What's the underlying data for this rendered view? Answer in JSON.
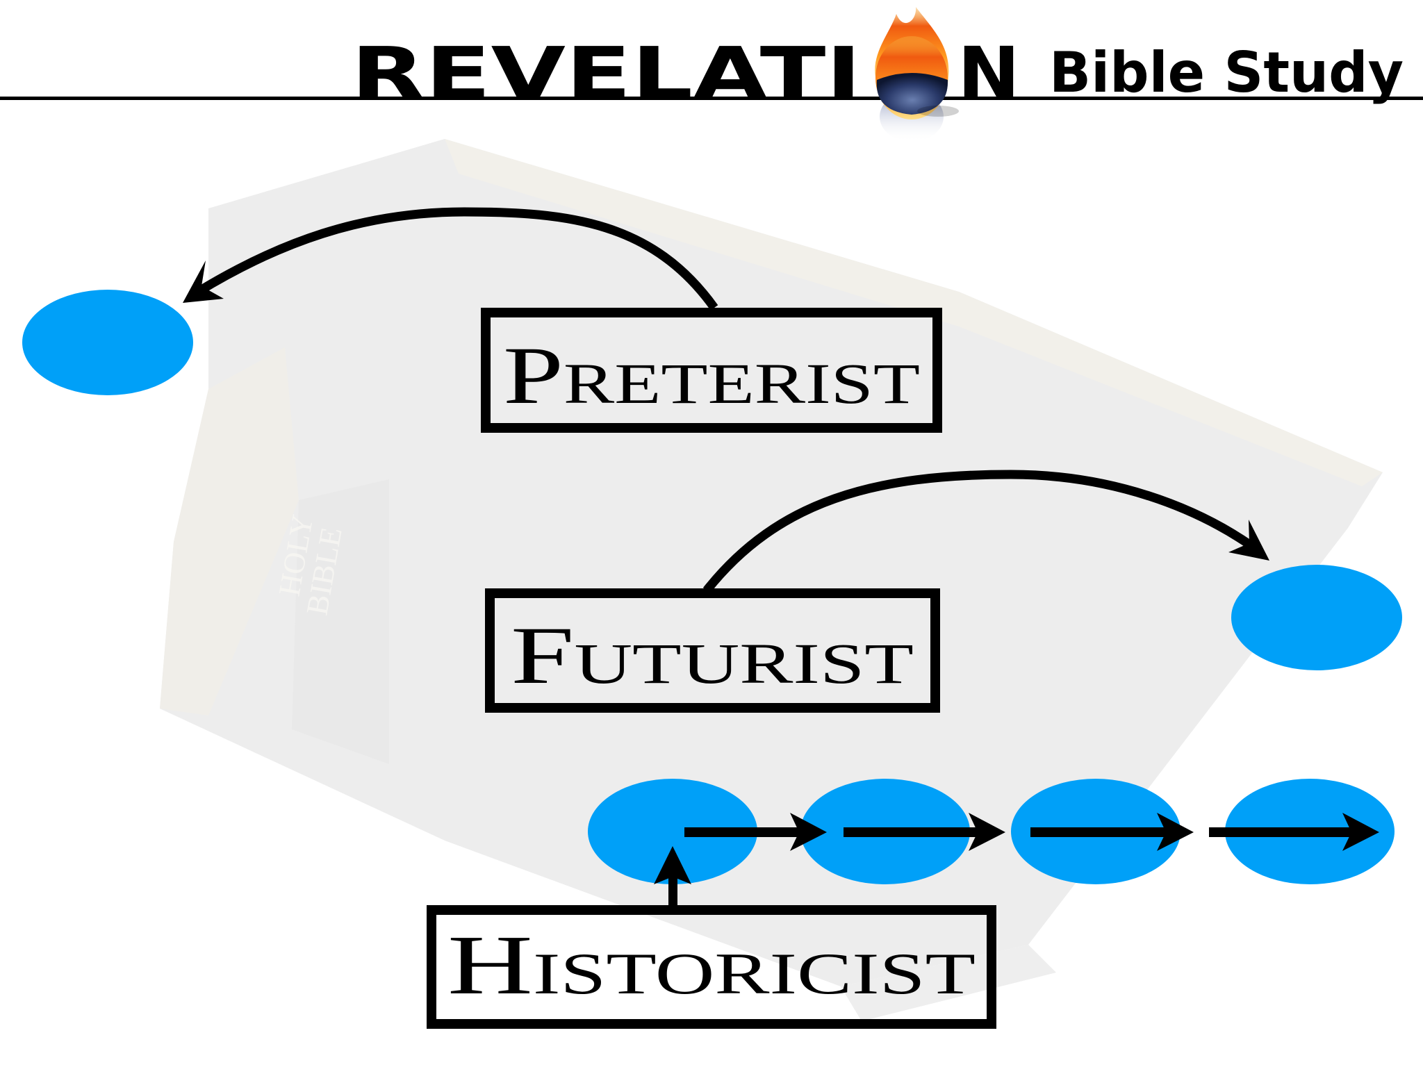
{
  "header": {
    "title_part1": "REVELATI",
    "title_part2": "N",
    "subtitle": "Bible Study",
    "logo_icon": "flaming-globe-icon"
  },
  "background": {
    "image": "faded-holy-bible-photo",
    "spine_title_line1": "HOLY",
    "spine_title_line2": "BIBLE"
  },
  "diagram": {
    "node_color": "#00a0f8",
    "line_color": "#000000",
    "views": [
      {
        "label": "Preterist",
        "description": "arrow curves back to a past event (left node)"
      },
      {
        "label": "Futurist",
        "description": "arrow curves forward to a future event (right node)"
      },
      {
        "label": "Historicist",
        "description": "arrow points to a chain of successive events"
      }
    ],
    "historicist_chain_count": 4
  }
}
